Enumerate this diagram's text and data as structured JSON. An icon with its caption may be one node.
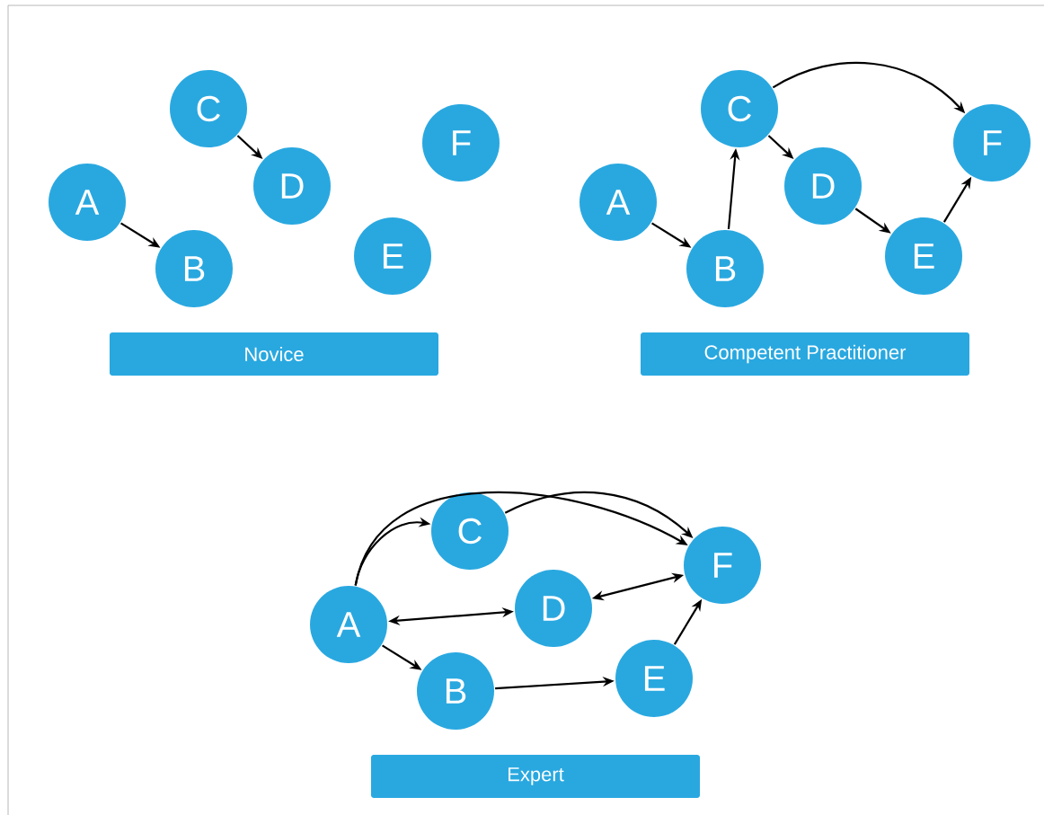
{
  "diagram": {
    "nodes": [
      {
        "text": [
          "A"
        ]
      },
      {
        "text": [
          "B"
        ]
      },
      {
        "text": [
          "C"
        ]
      },
      {
        "text": [
          "D"
        ]
      },
      {
        "text": [
          "E"
        ]
      },
      {
        "text": [
          "F"
        ]
      },
      {
        "text": [
          "Novice"
        ]
      },
      {
        "text": [
          "A"
        ]
      },
      {
        "text": [
          "B"
        ]
      },
      {
        "text": [
          "C"
        ]
      },
      {
        "text": [
          "D"
        ]
      },
      {
        "text": [
          "E"
        ]
      },
      {
        "text": [
          "F"
        ]
      },
      {
        "text": [
          "Competent Practitioner"
        ]
      },
      {
        "text": [
          "A"
        ]
      },
      {
        "text": [
          "B"
        ]
      },
      {
        "text": [
          "C"
        ]
      },
      {
        "text": [
          "D"
        ]
      },
      {
        "text": [
          "E"
        ]
      },
      {
        "text": [
          "F"
        ]
      },
      {
        "text": [
          "Expert"
        ]
      }
    ],
    "edges": [
      {
        "from": 0,
        "to": 1,
        "arrow": "to"
      },
      {
        "from": 2,
        "to": 3,
        "arrow": "to"
      },
      {
        "from": 7,
        "to": 8,
        "arrow": "to"
      },
      {
        "from": 8,
        "to": 9,
        "arrow": "to"
      },
      {
        "from": 9,
        "to": 10,
        "arrow": "to"
      },
      {
        "from": 10,
        "to": 11,
        "arrow": "to"
      },
      {
        "from": 11,
        "to": 12,
        "arrow": "to"
      },
      {
        "from": 9,
        "to": 12,
        "arrow": "to"
      },
      {
        "from": 14,
        "to": 16,
        "arrow": "to"
      },
      {
        "from": 14,
        "to": 19,
        "arrow": "to"
      },
      {
        "from": 16,
        "to": 19,
        "arrow": "to"
      },
      {
        "from": 14,
        "to": 17,
        "arrow": "both"
      },
      {
        "from": 17,
        "to": 19,
        "arrow": "both"
      },
      {
        "from": 14,
        "to": 15,
        "arrow": "to"
      },
      {
        "from": 15,
        "to": 18,
        "arrow": "to"
      },
      {
        "from": 18,
        "to": 19,
        "arrow": "to"
      }
    ]
  }
}
